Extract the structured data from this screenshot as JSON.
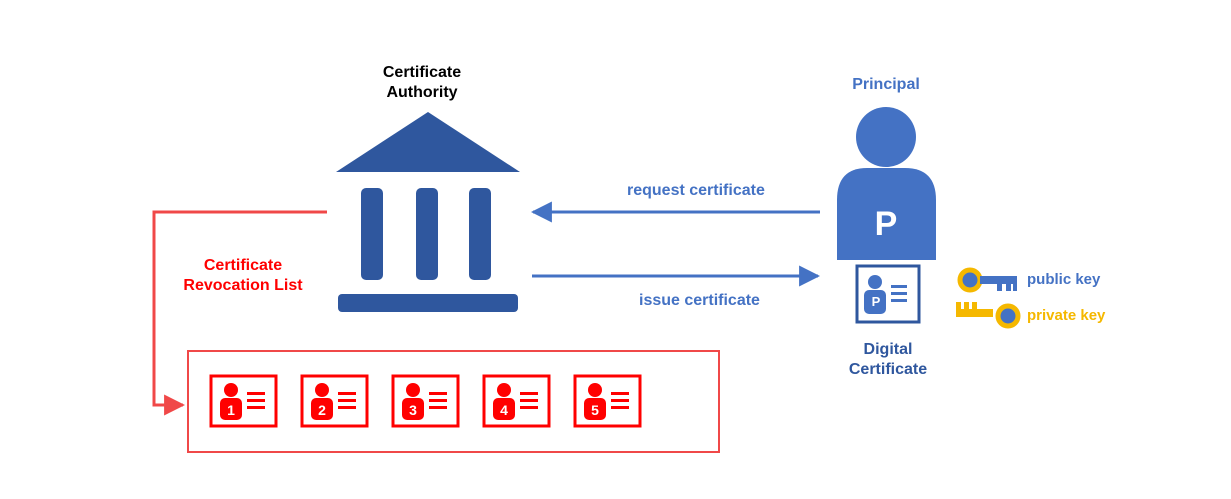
{
  "colors": {
    "blue": "#2F579E",
    "blue_light": "#4472C4",
    "red": "#FF0000",
    "red_line": "#F04848",
    "gold": "#F5B800",
    "black": "#000000"
  },
  "certificate_authority": {
    "label_line1": "Certificate",
    "label_line2": "Authority",
    "icon": "bank-building-icon"
  },
  "principal": {
    "label": "Principal",
    "icon": "person-icon",
    "badge_letter": "P"
  },
  "arrows": {
    "request": "request certificate",
    "issue": "issue certificate"
  },
  "digital_certificate": {
    "label_line1": "Digital",
    "label_line2": "Certificate",
    "badge_letter": "P"
  },
  "keys": {
    "public": "public key",
    "private": "private key"
  },
  "crl": {
    "label_line1": "Certificate",
    "label_line2": "Revocation List",
    "items": [
      "1",
      "2",
      "3",
      "4",
      "5"
    ]
  }
}
